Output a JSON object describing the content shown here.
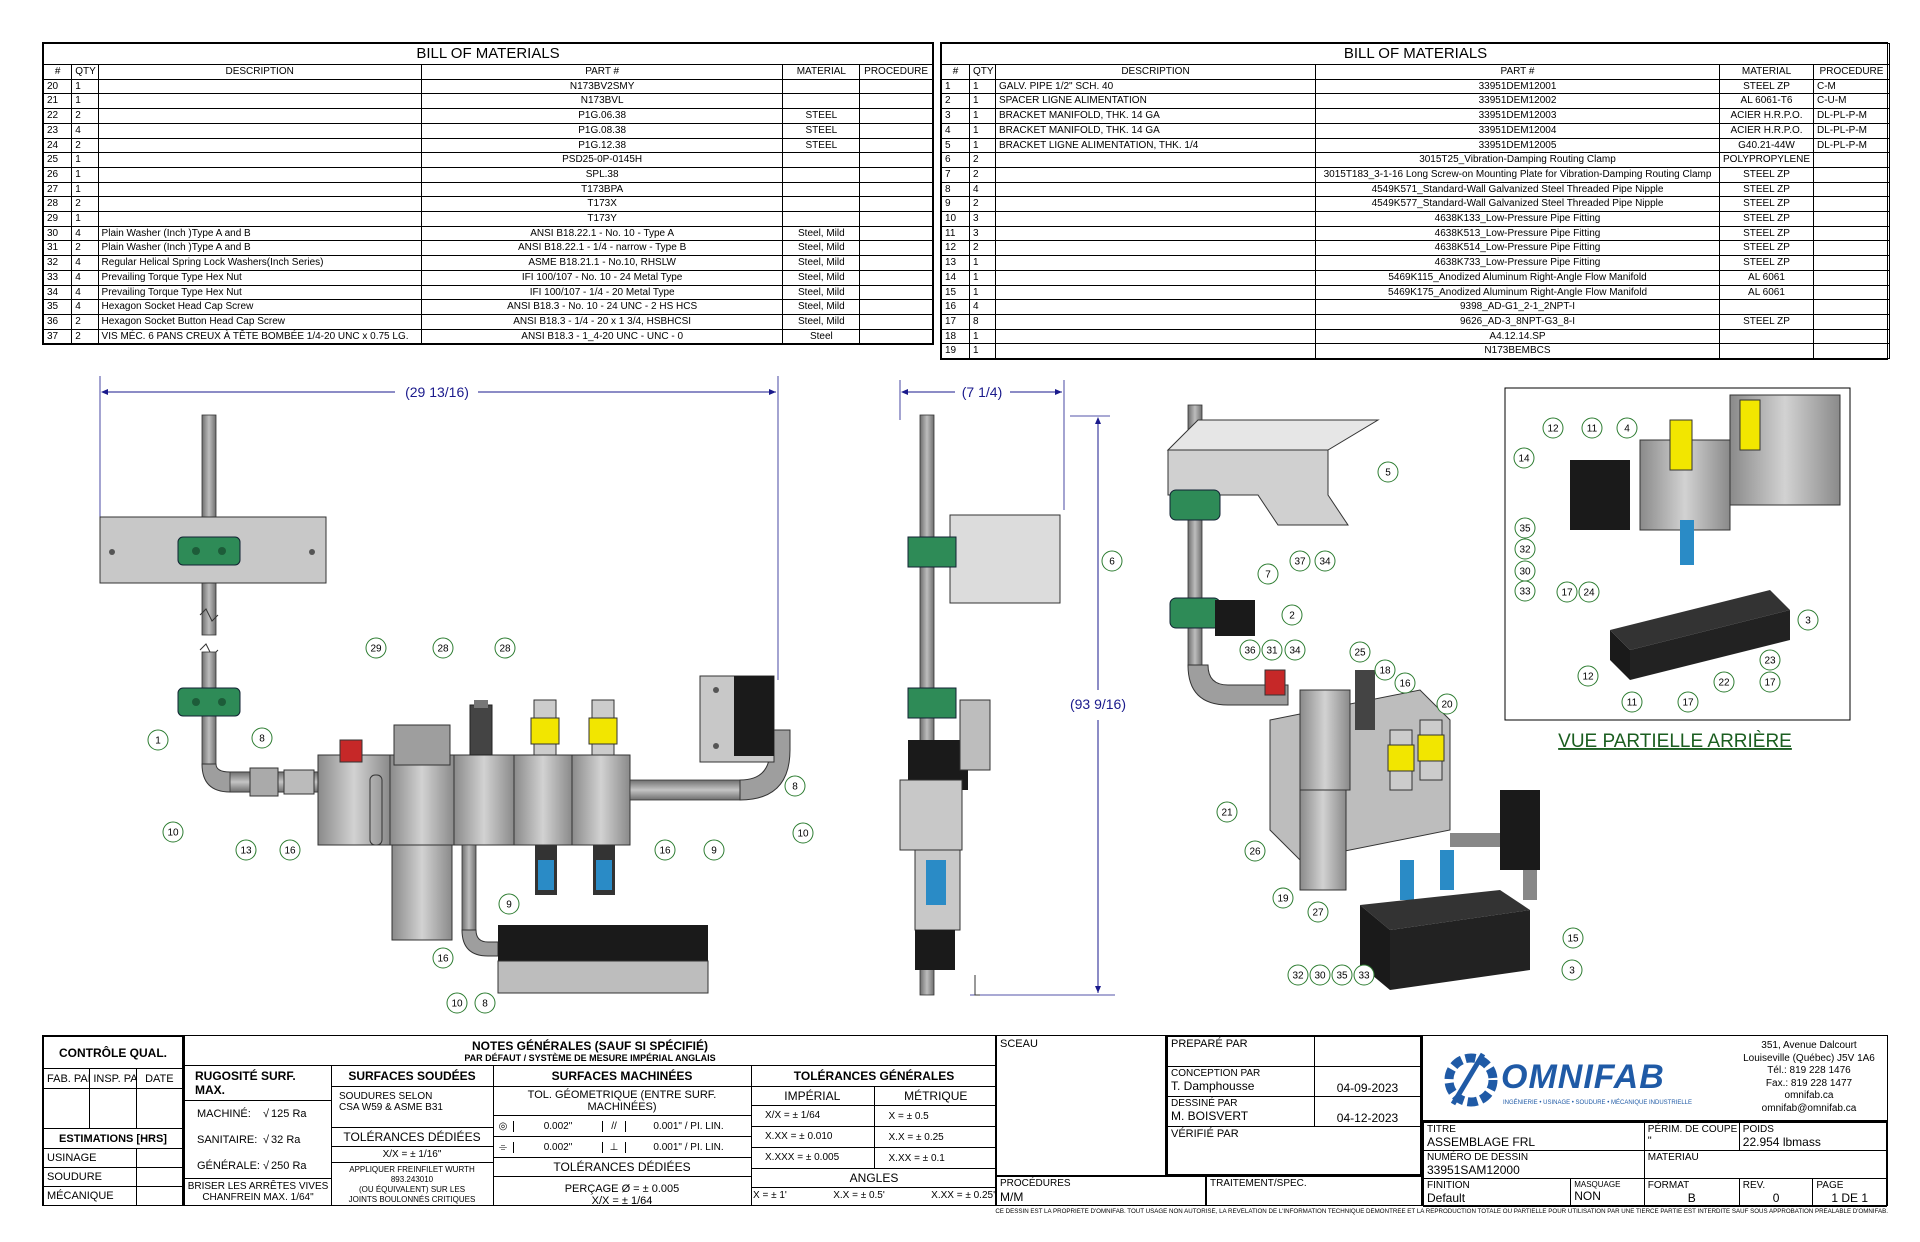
{
  "bom_left": {
    "title": "BILL OF MATERIALS",
    "headers": [
      "#",
      "QTY",
      "DESCRIPTION",
      "PART #",
      "MATERIAL",
      "PROCEDURE"
    ],
    "rows": [
      [
        "20",
        "1",
        "",
        "N173BV2SMY",
        "",
        ""
      ],
      [
        "21",
        "1",
        "",
        "N173BVL",
        "",
        ""
      ],
      [
        "22",
        "2",
        "",
        "P1G.06.38",
        "STEEL",
        ""
      ],
      [
        "23",
        "4",
        "",
        "P1G.08.38",
        "STEEL",
        ""
      ],
      [
        "24",
        "2",
        "",
        "P1G.12.38",
        "STEEL",
        ""
      ],
      [
        "25",
        "1",
        "",
        "PSD25-0P-0145H",
        "",
        ""
      ],
      [
        "26",
        "1",
        "",
        "SPL.38",
        "",
        ""
      ],
      [
        "27",
        "1",
        "",
        "T173BPA",
        "",
        ""
      ],
      [
        "28",
        "2",
        "",
        "T173X",
        "",
        ""
      ],
      [
        "29",
        "1",
        "",
        "T173Y",
        "",
        ""
      ],
      [
        "30",
        "4",
        "Plain Washer (Inch )Type A and B",
        "ANSI B18.22.1 - No. 10 - Type A",
        "Steel, Mild",
        ""
      ],
      [
        "31",
        "2",
        "Plain Washer (Inch )Type A and B",
        "ANSI B18.22.1 - 1/4 - narrow - Type B",
        "Steel, Mild",
        ""
      ],
      [
        "32",
        "4",
        "Regular Helical Spring Lock Washers(Inch Series)",
        "ASME B18.21.1 - No.10, RHSLW",
        "Steel, Mild",
        ""
      ],
      [
        "33",
        "4",
        "Prevailing Torque Type Hex Nut",
        "IFI 100/107 - No. 10 - 24 Metal Type",
        "Steel, Mild",
        ""
      ],
      [
        "34",
        "4",
        "Prevailing Torque Type Hex Nut",
        "IFI 100/107 - 1/4 - 20 Metal Type",
        "Steel, Mild",
        ""
      ],
      [
        "35",
        "4",
        "Hexagon Socket Head Cap Screw",
        "ANSI B18.3 - No. 10 - 24 UNC - 2 HS HCS",
        "Steel, Mild",
        ""
      ],
      [
        "36",
        "2",
        "Hexagon Socket Button Head Cap Screw",
        "ANSI B18.3 - 1/4 - 20 x 1 3/4, HSBHCSI",
        "Steel, Mild",
        ""
      ],
      [
        "37",
        "2",
        "VIS MÉC. 6 PANS CREUX À TÊTE BOMBÉE  1/4-20 UNC x 0.75 LG.",
        "ANSI B18.3 - 1_4-20 UNC - UNC - 0",
        "Steel",
        ""
      ]
    ]
  },
  "bom_right": {
    "title": "BILL OF MATERIALS",
    "headers": [
      "#",
      "QTY",
      "DESCRIPTION",
      "PART #",
      "MATERIAL",
      "PROCEDURE"
    ],
    "rows": [
      [
        "1",
        "1",
        "GALV. PIPE 1/2\" SCH. 40",
        "33951DEM12001",
        "STEEL ZP",
        "C-M"
      ],
      [
        "2",
        "1",
        "SPACER LIGNE ALIMENTATION",
        "33951DEM12002",
        "AL 6061-T6",
        "C-U-M"
      ],
      [
        "3",
        "1",
        "BRACKET MANIFOLD, THK. 14 GA",
        "33951DEM12003",
        "ACIER H.R.P.O.",
        "DL-PL-P-M"
      ],
      [
        "4",
        "1",
        "BRACKET MANIFOLD, THK. 14 GA",
        "33951DEM12004",
        "ACIER H.R.P.O.",
        "DL-PL-P-M"
      ],
      [
        "5",
        "1",
        "BRACKET LIGNE ALIMENTATION, THK. 1/4",
        "33951DEM12005",
        "G40.21-44W",
        "DL-PL-P-M"
      ],
      [
        "6",
        "2",
        "",
        "3015T25_Vibration-Damping Routing Clamp",
        "POLYPROPYLENE",
        ""
      ],
      [
        "7",
        "2",
        "",
        "3015T183_3-1-16 Long Screw-on Mounting Plate for Vibration-Damping Routing Clamp",
        "STEEL ZP",
        ""
      ],
      [
        "8",
        "4",
        "",
        "4549K571_Standard-Wall Galvanized Steel Threaded Pipe Nipple",
        "STEEL ZP",
        ""
      ],
      [
        "9",
        "2",
        "",
        "4549K577_Standard-Wall Galvanized Steel Threaded Pipe Nipple",
        "STEEL ZP",
        ""
      ],
      [
        "10",
        "3",
        "",
        "4638K133_Low-Pressure Pipe Fitting",
        "STEEL ZP",
        ""
      ],
      [
        "11",
        "3",
        "",
        "4638K513_Low-Pressure Pipe Fitting",
        "STEEL ZP",
        ""
      ],
      [
        "12",
        "2",
        "",
        "4638K514_Low-Pressure Pipe Fitting",
        "STEEL ZP",
        ""
      ],
      [
        "13",
        "1",
        "",
        "4638K733_Low-Pressure Pipe Fitting",
        "STEEL ZP",
        ""
      ],
      [
        "14",
        "1",
        "",
        "5469K115_Anodized Aluminum Right-Angle Flow Manifold",
        "AL 6061",
        ""
      ],
      [
        "15",
        "1",
        "",
        "5469K175_Anodized Aluminum Right-Angle Flow Manifold",
        "AL 6061",
        ""
      ],
      [
        "16",
        "4",
        "",
        "9398_AD-G1_2-1_2NPT-I",
        "",
        ""
      ],
      [
        "17",
        "8",
        "",
        "9626_AD-3_8NPT-G3_8-I",
        "STEEL ZP",
        ""
      ],
      [
        "18",
        "1",
        "",
        "A4.12.14.SP",
        "",
        ""
      ],
      [
        "19",
        "1",
        "",
        "N173BEMBCS",
        "",
        ""
      ]
    ]
  },
  "drawing": {
    "dim_width": "(29 13/16)",
    "dim_depth": "(7 1/4)",
    "dim_height": "(93 9/16)",
    "partial_view_label": "VUE PARTIELLE ARRIÈRE",
    "balloons_front": [
      "29",
      "28",
      "28",
      "1",
      "8",
      "10",
      "13",
      "16",
      "8",
      "16",
      "9",
      "10",
      "9",
      "16",
      "10",
      "8"
    ],
    "balloons_iso": [
      "5",
      "6",
      "7",
      "37",
      "34",
      "2",
      "36",
      "31",
      "34",
      "25",
      "18",
      "16",
      "20",
      "21",
      "26",
      "19",
      "27",
      "15",
      "3",
      "32",
      "30",
      "35",
      "33"
    ],
    "balloons_partial": [
      "12",
      "11",
      "4",
      "14",
      "35",
      "32",
      "30",
      "33",
      "17",
      "24",
      "3",
      "23",
      "12",
      "11",
      "17",
      "22",
      "17"
    ]
  },
  "title_block": {
    "qc_title": "CONTRÔLE QUAL.",
    "qc_headers": [
      "FAB. PAR",
      "INSP. PAR",
      "DATE"
    ],
    "estimations_title": "ESTIMATIONS [HRS]",
    "estimations": [
      "USINAGE",
      "SOUDURE",
      "MÉCANIQUE"
    ],
    "notes_title": "NOTES GÉNÉRALES (SAUF SI SPÉCIFIÉ)",
    "notes_subtitle": "PAR DÉFAUT / SYSTÈME DE MESURE IMPÉRIAL ANGLAIS",
    "rugosity_title": "RUGOSITÉ SURF. MAX.",
    "rugosity": [
      {
        "label": "MACHINÉ:",
        "value": "125 Ra"
      },
      {
        "label": "SANITAIRE:",
        "value": "32 Ra"
      },
      {
        "label": "GÉNÉRALE:",
        "value": "250 Ra"
      }
    ],
    "edges_note": "BRISER LES ARRÊTES VIVES",
    "chamfer_note": "CHANFREIN MAX. 1/64\"",
    "welded_title": "SURFACES SOUDÉES",
    "welds_line1": "SOUDURES SELON",
    "welds_line2": "CSA W59 & ASME B31",
    "dedicated_tol": "TOLÉRANCES DÉDIÉES",
    "welded_tol": "X/X = ± 1/16\"",
    "thread_note1": "APPLIQUER FREINFILET WURTH 893.243010",
    "thread_note2": "(OU ÉQUIVALENT) SUR LES",
    "thread_note3": "JOINTS BOULONNÉS CRITIQUES",
    "machined_title": "SURFACES MACHINÉES",
    "geo_tol": "TOL. GÉOMETRIQUE  (ENTRE SURF. MACHINÉES)",
    "geo_rows": [
      {
        "v1": "0.002\"",
        "v2": "0.001\" / PI. LIN."
      },
      {
        "v1": "0.002\"",
        "v2": "0.001\" / PI. LIN."
      }
    ],
    "machined_dedicated": "TOLÉRANCES DÉDIÉES",
    "drilling": "PERÇAGE Ø = ± 0.005",
    "drilling2": "X/X = ± 1/64",
    "general_tol_title": "TOLÉRANCES GÉNÉRALES",
    "imperial": "IMPÉRIAL",
    "metric": "MÉTRIQUE",
    "tol_rows": [
      {
        "imp": "X/X = ± 1/64",
        "met": "X = ± 0.5"
      },
      {
        "imp": "X.XX = ± 0.010",
        "met": "X.X = ± 0.25"
      },
      {
        "imp": "X.XXX = ± 0.005",
        "met": "X.XX = ± 0.1"
      }
    ],
    "angles": "ANGLES",
    "angle_vals": [
      "X = ± 1'",
      "X.X = ± 0.5'",
      "X.XX = ± 0.25'"
    ],
    "seal": "SCEAU",
    "procedures_label": "PROCÉDURES",
    "procedures_value": "M/M",
    "treatment_label": "TRAITEMENT/SPEC.",
    "prepared_label": "PREPARÉ PAR",
    "design_label": "CONCEPTION PAR",
    "design_by": "T. Damphousse",
    "design_date": "04-09-2023",
    "drawn_label": "DESSINÉ PAR",
    "drawn_by": "M. BOISVERT",
    "drawn_date": "04-12-2023",
    "verified_label": "VÉRIFIÉ PAR",
    "logo_text": "OMNIFAB",
    "logo_tagline": "INGÉNIERIE • USINAGE • SOUDURE • MÉCANIQUE INDUSTRIELLE",
    "address": [
      "351, Avenue Dalcourt",
      "Louiseville (Québec) J5V 1A6",
      "Tél.: 819 228 1476",
      "Fax.: 819 228 1477",
      "omnifab.ca",
      "omnifab@omnifab.ca"
    ],
    "title_label": "TITRE",
    "title_value": "ASSEMBLAGE FRL",
    "perim_label": "PÉRIM. DE COUPE",
    "perim_value": "\"",
    "weight_label": "POIDS",
    "weight_value": "22.954 lbmass",
    "drawing_no_label": "NUMÉRO DE DESSIN",
    "drawing_no": "33951SAM12000",
    "material_label": "MATERIAU",
    "finish_label": "FINITION",
    "finish_value": "Default",
    "mask_label": "MASQUAGE",
    "mask_value": "NON",
    "format_label": "FORMAT",
    "format_value": "B",
    "rev_label": "REV.",
    "rev_value": "0",
    "page_label": "PAGE",
    "page_value": "1 DE 1",
    "footer": "CE DESSIN EST LA PROPRIÉTÉ D'OMNIFAB. TOUT USAGE NON AUTORISÉ, LA RÉVÉLATION DE L'INFORMATION TECHNIQUE DÉMONTRÉE ET LA REPRODUCTION TOTALE OU PARTIELLE POUR UTILISATION PAR UNE TIERCE PARTIE EST INTERDITE SAUF SOUS APPROBATION PRÉALABLE D'OMNIFAB."
  },
  "colors": {
    "dimension": "#1a1a8c",
    "balloon": "#2e7d32",
    "logo": "#1f5aa6",
    "clamp": "#2e8b57"
  }
}
